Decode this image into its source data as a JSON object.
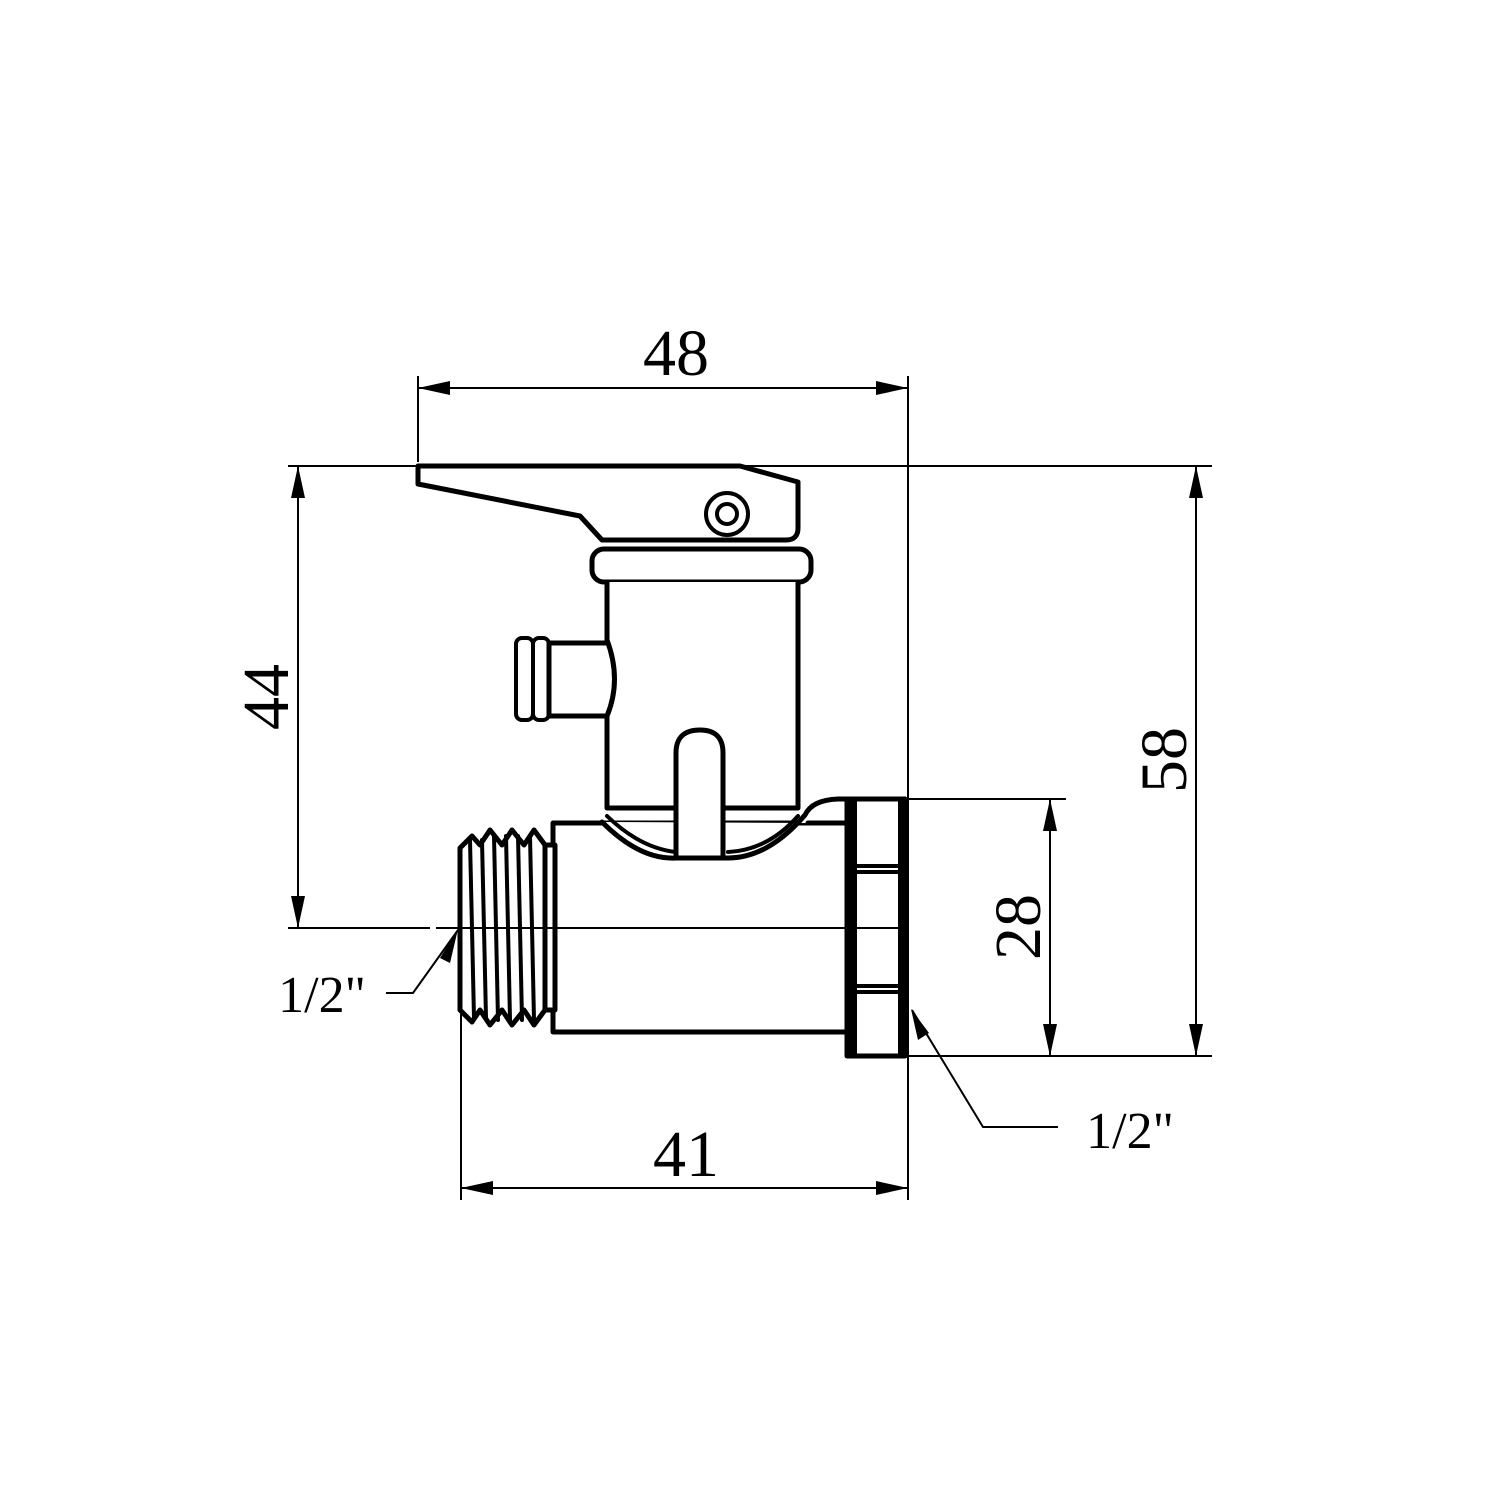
{
  "drawing": {
    "title": "Safety valve with lever — technical dimension drawing",
    "units": "mm",
    "line_color": "#000000",
    "background_color": "#ffffff"
  },
  "dimensions": {
    "overall_width": {
      "label": "48",
      "value": 48,
      "orientation": "horizontal",
      "position": "top"
    },
    "lever_to_axis_height": {
      "label": "44",
      "value": 44,
      "orientation": "vertical",
      "position": "left"
    },
    "overall_height": {
      "label": "58",
      "value": 58,
      "orientation": "vertical",
      "position": "right"
    },
    "nut_height": {
      "label": "28",
      "value": 28,
      "orientation": "vertical",
      "position": "right-inner"
    },
    "body_length": {
      "label": "41",
      "value": 41,
      "orientation": "horizontal",
      "position": "bottom"
    }
  },
  "callouts": {
    "inlet_thread": {
      "label": "1/2\"",
      "target": "male thread (left)"
    },
    "outlet_thread": {
      "label": "1/2\"",
      "target": "female nut (right)"
    }
  },
  "parts": [
    {
      "name": "lever",
      "description": "release lever with pivot pin"
    },
    {
      "name": "cap-ring",
      "description": "cap collar"
    },
    {
      "name": "valve-stem-housing",
      "description": "vertical cylindrical housing"
    },
    {
      "name": "drain-nozzle",
      "description": "side drain outlet"
    },
    {
      "name": "body",
      "description": "horizontal valve body"
    },
    {
      "name": "male-thread",
      "description": "1/2\" external thread"
    },
    {
      "name": "hex-nut",
      "description": "1/2\" swivel nut"
    }
  ]
}
